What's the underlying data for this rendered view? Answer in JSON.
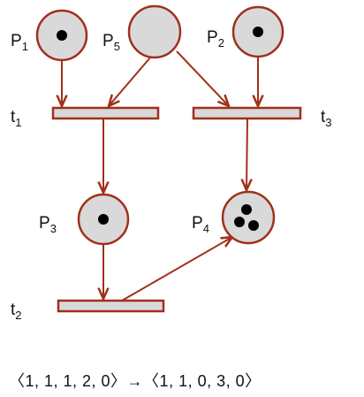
{
  "diagram": {
    "colors": {
      "arc": "#a0301c",
      "place_fill": "#d9d9d9",
      "transition_fill": "#d9d9d9",
      "token": "#000000"
    },
    "places": [
      {
        "id": "p1",
        "label": "P",
        "sub": "1",
        "tokens": 1
      },
      {
        "id": "p5",
        "label": "P",
        "sub": "5",
        "tokens": 0
      },
      {
        "id": "p2",
        "label": "P",
        "sub": "2",
        "tokens": 1
      },
      {
        "id": "p3",
        "label": "P",
        "sub": "3",
        "tokens": 1
      },
      {
        "id": "p4",
        "label": "P",
        "sub": "4",
        "tokens": 3
      }
    ],
    "transitions": [
      {
        "id": "t1",
        "label": "t",
        "sub": "1"
      },
      {
        "id": "t3",
        "label": "t",
        "sub": "3"
      },
      {
        "id": "t2",
        "label": "t",
        "sub": "2"
      }
    ],
    "arcs": [
      {
        "from": "p1",
        "to": "t1"
      },
      {
        "from": "p5",
        "to": "t1"
      },
      {
        "from": "p5",
        "to": "t3"
      },
      {
        "from": "p2",
        "to": "t3"
      },
      {
        "from": "t1",
        "to": "p3"
      },
      {
        "from": "t3",
        "to": "p4"
      },
      {
        "from": "p3",
        "to": "t2"
      },
      {
        "from": "t2",
        "to": "p4"
      }
    ],
    "marking_text": "〈1, 1, 1, 2, 0〉→〈1, 1, 0, 3, 0〉"
  }
}
